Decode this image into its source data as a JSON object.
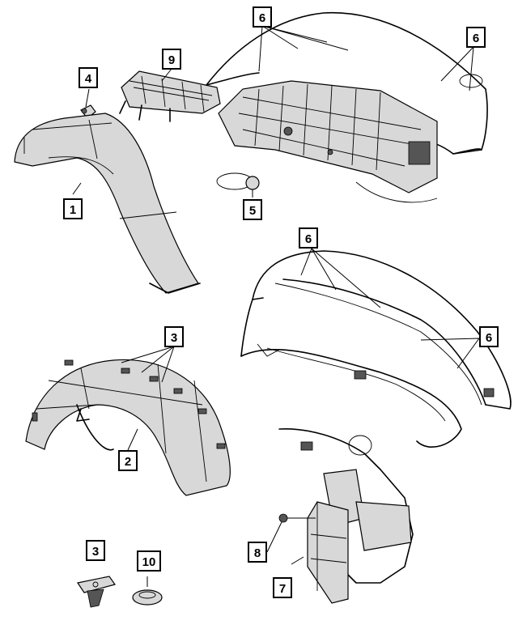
{
  "callouts": {
    "c1": "1",
    "c2": "2",
    "c3a": "3",
    "c3b": "3",
    "c4": "4",
    "c5": "5",
    "c6a": "6",
    "c6b": "6",
    "c6c": "6",
    "c6d": "6",
    "c7": "7",
    "c8": "8",
    "c9": "9",
    "c10": "10"
  }
}
